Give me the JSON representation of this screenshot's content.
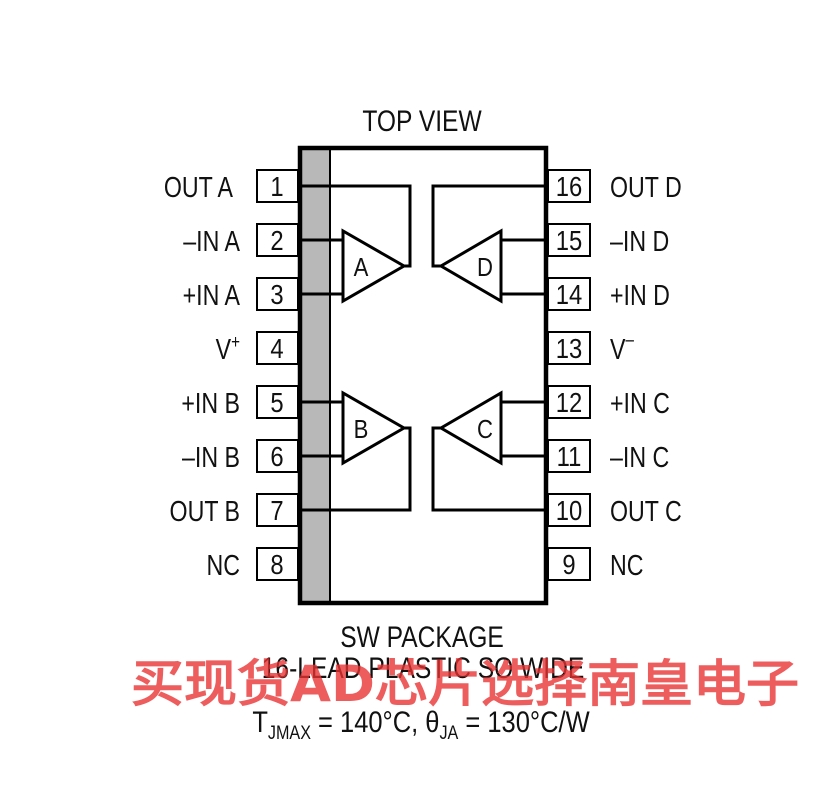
{
  "title": "TOP VIEW",
  "package": {
    "name": "SW PACKAGE",
    "description": "16-LEAD PLASTIC SO WIDE"
  },
  "thermal": {
    "t_symbol": "T",
    "t_sub": "JMAX",
    "t_value": " = 140°C, ",
    "theta_symbol": "θ",
    "theta_sub": "JA",
    "theta_value": " = 130°C/W"
  },
  "amplifiers": {
    "a": "A",
    "b": "B",
    "c": "C",
    "d": "D"
  },
  "pins_left": [
    {
      "number": "1",
      "label": "OUT A"
    },
    {
      "number": "2",
      "label": "–IN A"
    },
    {
      "number": "3",
      "label": "+IN A"
    },
    {
      "number": "4",
      "label": "V",
      "label_sup": "+"
    },
    {
      "number": "5",
      "label": "+IN B"
    },
    {
      "number": "6",
      "label": "–IN B"
    },
    {
      "number": "7",
      "label": "OUT B"
    },
    {
      "number": "8",
      "label": "NC"
    }
  ],
  "pins_right": [
    {
      "number": "16",
      "label": "OUT D"
    },
    {
      "number": "15",
      "label": "–IN D"
    },
    {
      "number": "14",
      "label": "+IN D"
    },
    {
      "number": "13",
      "label": "V",
      "label_sup": "–"
    },
    {
      "number": "12",
      "label": "+IN C"
    },
    {
      "number": "11",
      "label": "–IN C"
    },
    {
      "number": "10",
      "label": "OUT C"
    },
    {
      "number": "9",
      "label": "NC"
    }
  ],
  "watermark": "买现货AD芯片选择南皇电子",
  "colors": {
    "line": "#000000",
    "pin1_strip": "#b8b8b8",
    "watermark": "#e83030"
  }
}
